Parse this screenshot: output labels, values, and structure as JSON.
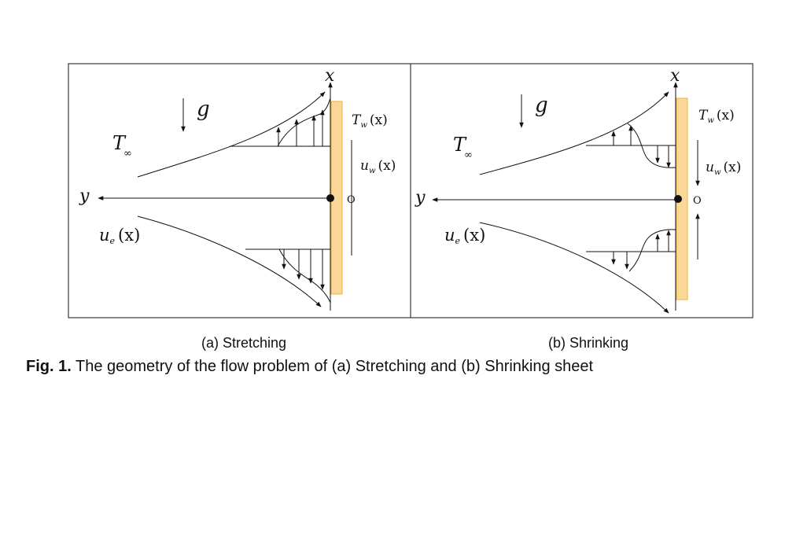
{
  "panels": [
    {
      "id": "a",
      "x_axis": "x",
      "y_axis": "y",
      "gravity": "g",
      "t_inf": "T",
      "t_inf_sub": "∞",
      "tw": "T",
      "tw_sub": "w",
      "tw_arg": "(x)",
      "uw": "u",
      "uw_sub": "w",
      "uw_arg": "(x)",
      "ue": "u",
      "ue_sub": "e",
      "ue_arg": "(x)",
      "origin": "O",
      "caption": "(a) Stretching"
    },
    {
      "id": "b",
      "x_axis": "x",
      "y_axis": "y",
      "gravity": "g",
      "t_inf": "T",
      "t_inf_sub": "∞",
      "tw": "T",
      "tw_sub": "w",
      "tw_arg": "(x)",
      "uw": "u",
      "uw_sub": "w",
      "uw_arg": "(x)",
      "ue": "u",
      "ue_sub": "e",
      "ue_arg": "(x)",
      "origin": "O",
      "caption": "(b) Shrinking"
    }
  ],
  "figure_caption": {
    "label": "Fig. 1.",
    "text": " The geometry of the flow problem of (a) Stretching and (b) Shrinking sheet"
  },
  "colors": {
    "sheet_fill": "#f9d796",
    "sheet_stroke": "#f0b23c",
    "ink": "#111111"
  }
}
